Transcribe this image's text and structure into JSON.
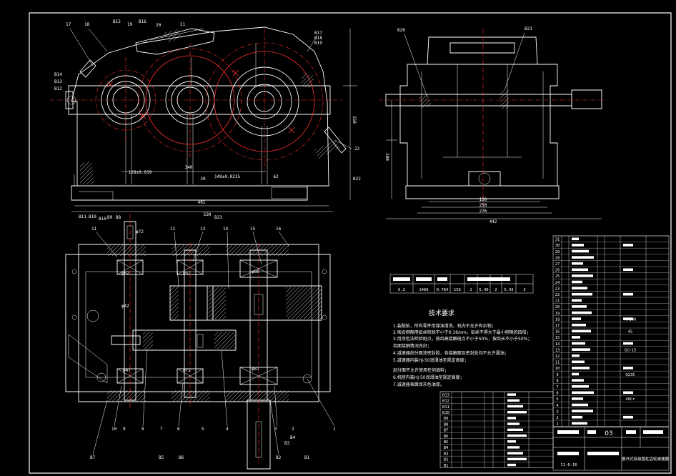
{
  "drawing": {
    "front_view": {
      "labels": [
        "17",
        "18",
        "B15",
        "19",
        "B16",
        "20",
        "21",
        "B17",
        "B18",
        "B19",
        "B14",
        "B13",
        "B12",
        "22",
        "B22",
        "B11",
        "B10"
      ],
      "dims": [
        "128±0.039",
        "340",
        "148±0.0235",
        "20",
        "62",
        "401",
        "530",
        "250"
      ]
    },
    "side_view": {
      "labels": [
        "B20",
        "B21"
      ],
      "dims": [
        "150",
        "200",
        "250",
        "276",
        "442"
      ]
    },
    "top_view": {
      "top_labels": [
        "11",
        "B10",
        "B9",
        "B8",
        "12",
        "13",
        "14",
        "B23",
        "15",
        "16"
      ],
      "bottom_labels": [
        "B7",
        "10",
        "9",
        "8",
        "7",
        "6",
        "5",
        "4",
        "B5",
        "B6",
        "3",
        "2",
        "1",
        "B3",
        "B4",
        "B2",
        "B1"
      ],
      "dims": [
        "φ72",
        "φ62",
        "φ52",
        "φ80",
        "φ47",
        "φ72",
        "φ87",
        "φ42"
      ]
    },
    "spec_table": {
      "values": [
        "6.2",
        "1460",
        "0.784",
        "156",
        "1",
        "5.40",
        "2",
        "5.43",
        "3"
      ]
    },
    "tech_requirements": {
      "title": "技术要求",
      "lines": [
        "1.装配前，所有零件用煤油清洗，机内不允许有杂物；",
        "2.啮合侧隙用铅丝检验不小于0.16mm，铅丝不得大于最小侧隙的四倍；",
        "3.用涂色法检验斑点，按齿高接触斑点不小于50%，按齿长不小于50%；",
        "  齿面接触情况良好；",
        "4.减速器剖分面涂密封胶，各接触面及密封处均不允许漏油；",
        "5.减速器内装HJ-50润滑油至规定高度；",
        "  剖分面不允许使用任何填料；",
        "6.机座内装HJ-50润滑油至规定高度；",
        "7.减速器表面涂灰色油漆。"
      ]
    },
    "title_block": {
      "sheet_no": "03",
      "drawing_title": "展开式双级圆柱齿轮减速器",
      "date": "11-6-16",
      "part_rows": [
        "31",
        "30",
        "29",
        "28",
        "27",
        "26",
        "25",
        "24",
        "23",
        "22",
        "21",
        "20",
        "19",
        "18",
        "17",
        "16",
        "15",
        "14",
        "13",
        "12",
        "11",
        "10",
        "9",
        "8",
        "7",
        "6",
        "5",
        "4",
        "3",
        "2",
        "1"
      ],
      "lower_rows": [
        "B13",
        "B12",
        "B11",
        "B10",
        "B9",
        "B8",
        "B7",
        "B6",
        "B5",
        "B4",
        "B3",
        "B2",
        "B1"
      ],
      "part_notes": [
        "HT200",
        "45",
        "GCr15",
        "Q235",
        "40Cr"
      ]
    }
  }
}
